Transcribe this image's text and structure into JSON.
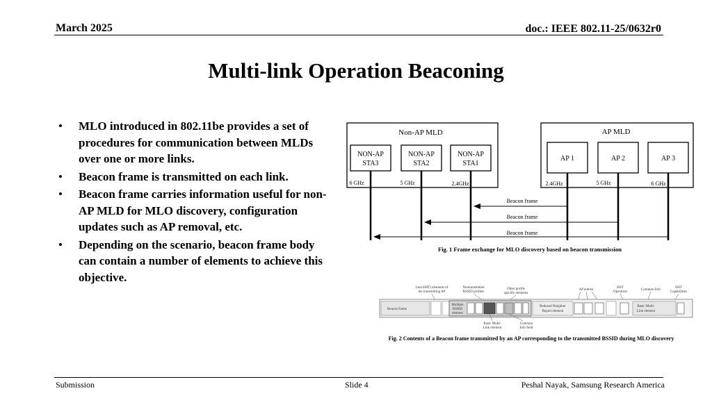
{
  "header": {
    "date": "March 2025",
    "doc": "doc.: IEEE 802.11-25/0632r0"
  },
  "slide": {
    "title": "Multi-link Operation Beaconing",
    "bullets": [
      "MLO introduced in 802.11be provides a set of procedures for communication between MLDs over one or more links.",
      "Beacon frame is transmitted on each link.",
      "Beacon frame carries information useful for non-AP MLD for MLO discovery, configuration updates such as AP removal, etc.",
      "Depending on the scenario, beacon frame body can contain a number of elements to achieve this objective."
    ]
  },
  "fig1": {
    "non_ap_mld": "Non-AP MLD",
    "ap_mld": "AP MLD",
    "stas": [
      {
        "line1": "NON-AP",
        "line2": "STA3",
        "band": "6 GHz"
      },
      {
        "line1": "NON-AP",
        "line2": "STA2",
        "band": "5 GHz"
      },
      {
        "line1": "NON-AP",
        "line2": "STA1",
        "band": "2.4GHz"
      }
    ],
    "aps": [
      {
        "label": "AP 1",
        "band": "2.4GHz"
      },
      {
        "label": "AP 2",
        "band": "5 GHz"
      },
      {
        "label": "AP 3",
        "band": "6 GHz"
      }
    ],
    "arrows": [
      "Beacon frame",
      "Beacon frame",
      "Beacon frame"
    ],
    "caption": "Fig. 1  Frame exchange for MLO discovery based on beacon transmission"
  },
  "fig2": {
    "callouts_top": [
      "(non-EHT) elements of",
      "the transmitting AP",
      "Nontransmitted",
      "BSSID profiles",
      "Other profile",
      "specific elements",
      "AP entries",
      "EHT",
      "Operation",
      "Common Info",
      "EHT",
      "Capabilities"
    ],
    "boxes": [
      "Beacon frame",
      "Multiple",
      "BSSID",
      "element",
      "Reduced Neighbor",
      "Report element",
      "Basic Multi-",
      "Link element"
    ],
    "callouts_bottom": [
      "Basic Multi-",
      "Link element",
      "Common",
      "Info field"
    ],
    "caption": "Fig. 2  Contents of a Beacon frame transmitted by an AP corresponding to the transmitted BSSID during MLO discovery"
  },
  "footer": {
    "left": "Submission",
    "center": "Slide 4",
    "right": "Peshal Nayak, Samsung Research America"
  }
}
